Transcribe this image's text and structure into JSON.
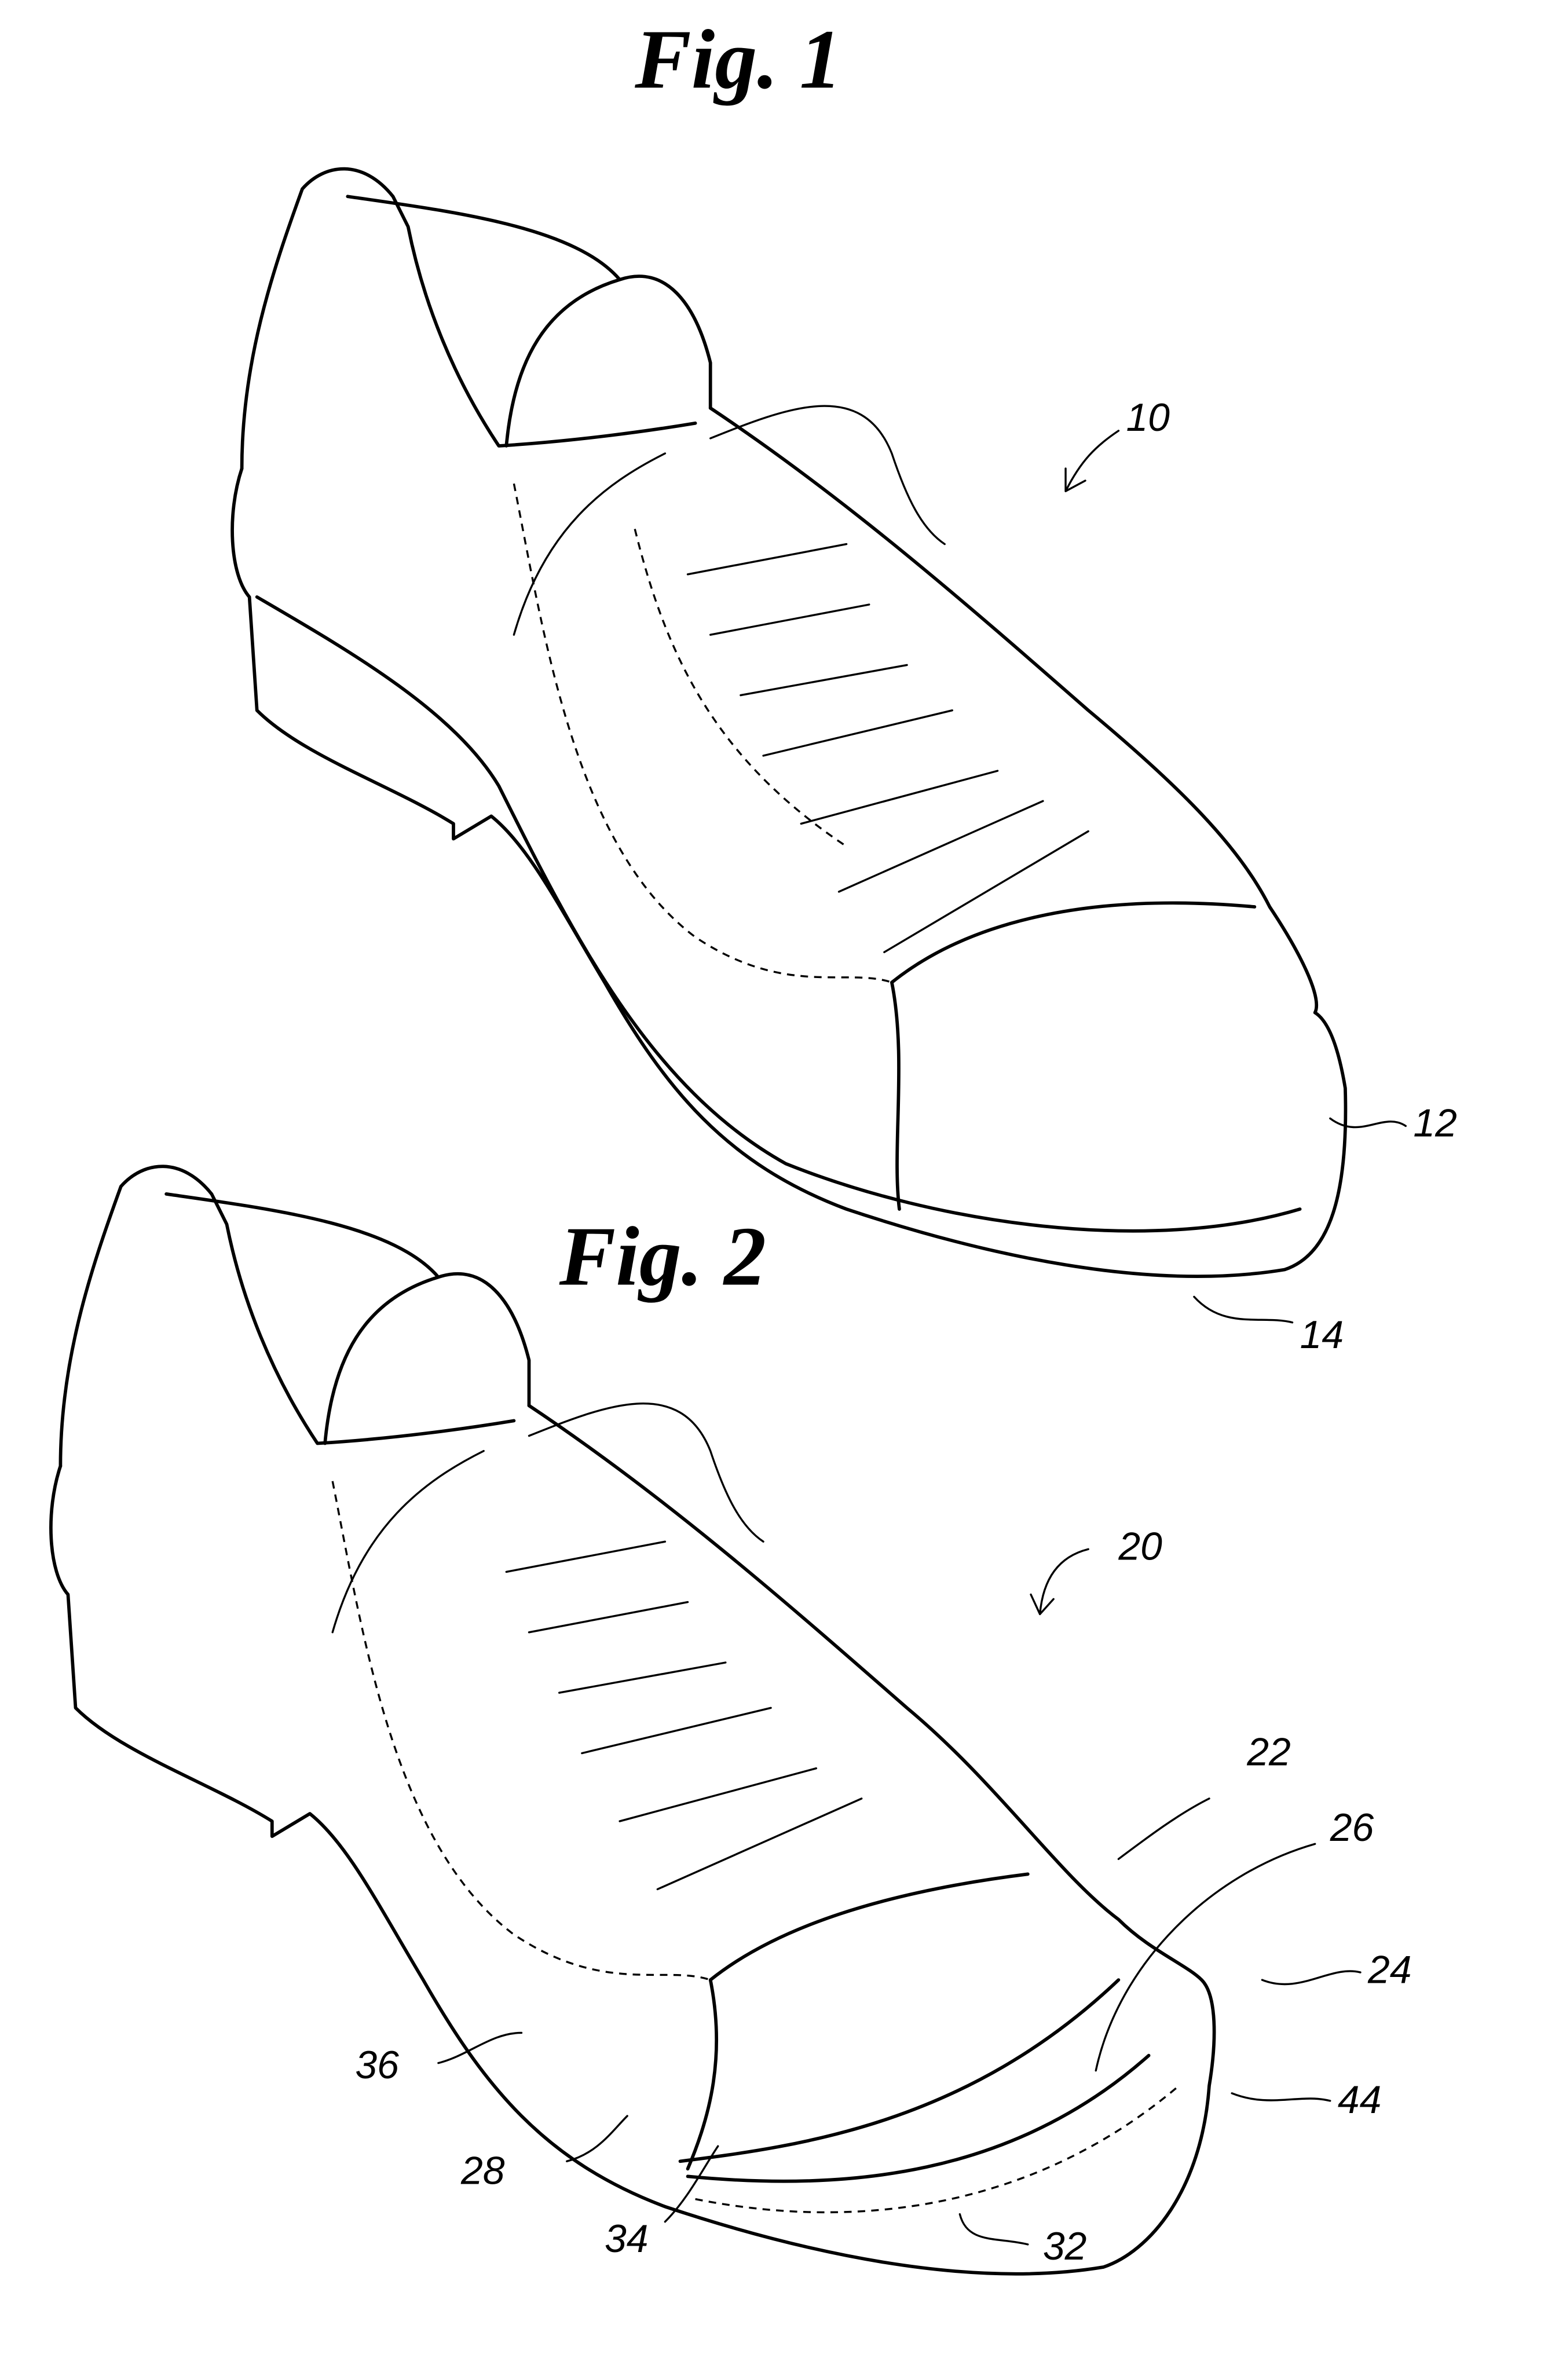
{
  "figures": [
    {
      "title": "Fig. 1",
      "ref": "10",
      "labels": {
        "sole_upper": "12",
        "sole_bottom": "14"
      }
    },
    {
      "title": "Fig. 2",
      "ref": "20",
      "labels": {
        "toe_cap": "22",
        "toe_edge": "26",
        "rand": "24",
        "rand_inner": "44",
        "side": "36",
        "welt": "28",
        "seam": "34",
        "outsole": "32"
      }
    }
  ]
}
